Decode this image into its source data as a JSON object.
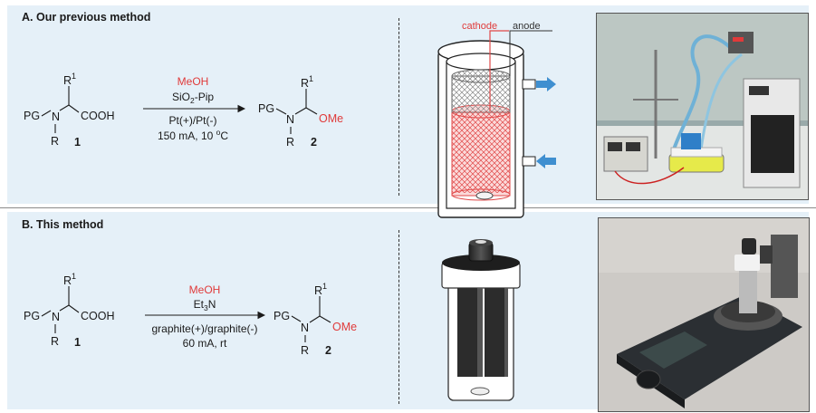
{
  "panel_a": {
    "title": "A. Our previous method",
    "reactant": {
      "pg": "PG",
      "n": "N",
      "r": "R",
      "r1": "R",
      "r1_sup": "1",
      "acid": "COOH",
      "num": "1"
    },
    "product": {
      "pg": "PG",
      "n": "N",
      "r": "R",
      "r1": "R",
      "r1_sup": "1",
      "ome": "OMe",
      "num": "2"
    },
    "conditions": {
      "solvent": "MeOH",
      "additive_base": "SiO",
      "additive_sub": "2",
      "additive_rest": "-Pip",
      "electrodes": "Pt(+)/Pt(-)",
      "current_temp": "150 mA, 10 ",
      "deg": "o",
      "unit": "C"
    },
    "cell_labels": {
      "cathode": "cathode",
      "anode": "anode"
    }
  },
  "panel_b": {
    "title": "B. This method",
    "reactant": {
      "pg": "PG",
      "n": "N",
      "r": "R",
      "r1": "R",
      "r1_sup": "1",
      "acid": "COOH",
      "num": "1"
    },
    "product": {
      "pg": "PG",
      "n": "N",
      "r": "R",
      "r1": "R",
      "r1_sup": "1",
      "ome": "OMe",
      "num": "2"
    },
    "conditions": {
      "solvent": "MeOH",
      "base_main": "Et",
      "base_sub": "3",
      "base_rest": "N",
      "electrodes": "graphite(+)/graphite(-)",
      "current": "60 mA, rt"
    }
  },
  "colors": {
    "background": "#e5f0f8",
    "accent_red": "#e03a3a",
    "arrow_blue": "#3f8fd0",
    "text": "#1a1a1a"
  }
}
